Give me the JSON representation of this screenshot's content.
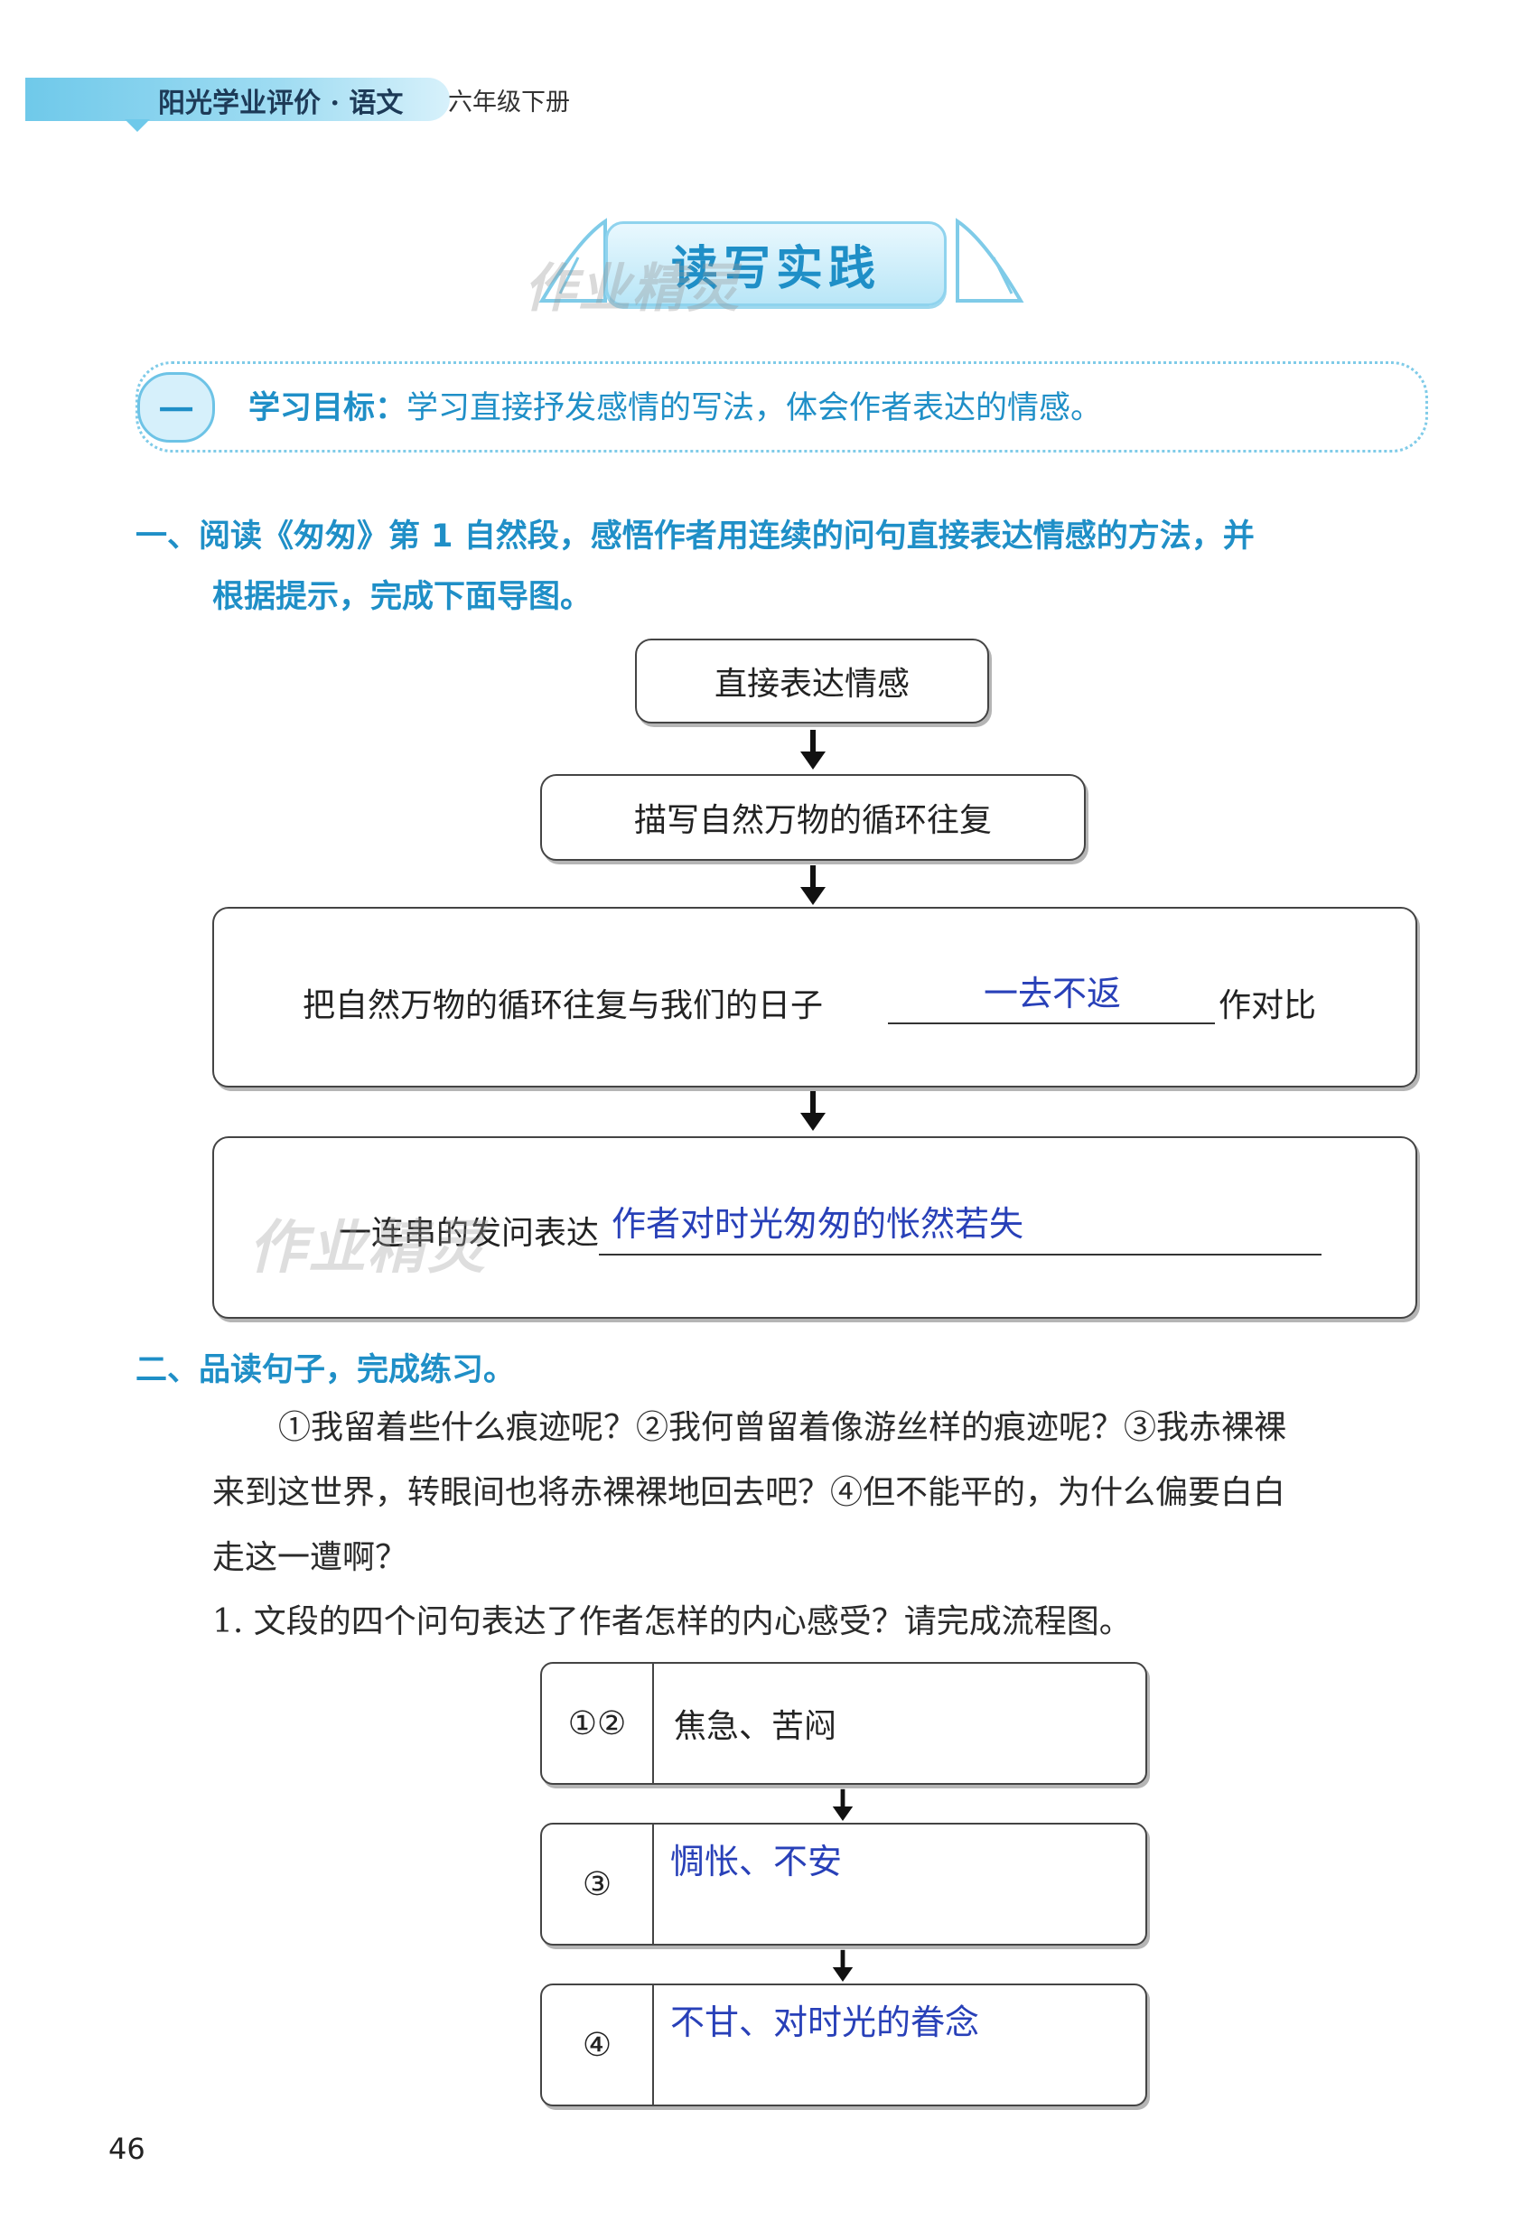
{
  "header": {
    "book_title": "阳光学业评价 · 语文",
    "grade": "六年级下册"
  },
  "banner": {
    "title": "读写实践",
    "watermark": "作业精灵"
  },
  "goal": {
    "number": "一",
    "label": "学习目标：",
    "text": "学习直接抒发感情的写法，体会作者表达的情感。"
  },
  "question1": {
    "heading_line1": "一、阅读《匆匆》第 1 自然段，感悟作者用连续的问句直接表达情感的方法，并",
    "heading_line2": "根据提示，完成下面导图。",
    "flow": {
      "box1": "直接表达情感",
      "box2": "描写自然万物的循环往复",
      "box3_prefix": "把自然万物的循环往复与我们的日子",
      "box3_answer": "一去不返",
      "box3_suffix": "作对比",
      "box4_prefix": "一连串的发问表达",
      "box4_answer": "作者对时光匆匆的怅然若失"
    },
    "watermark": "作业精灵"
  },
  "question2": {
    "heading": "二、品读句子，完成练习。",
    "passage_line1": "①我留着些什么痕迹呢？②我何曾留着像游丝样的痕迹呢？③我赤裸裸",
    "passage_line2": "来到这世界，转眼间也将赤裸裸地回去吧？④但不能平的，为什么偏要白白",
    "passage_line3": "走这一遭啊？",
    "sub1": "1. 文段的四个问句表达了作者怎样的内心感受？请完成流程图。",
    "rows": [
      {
        "label": "①②",
        "value": "焦急、苦闷"
      },
      {
        "label": "③",
        "value": "惆怅、不安"
      },
      {
        "label": "④",
        "value": "不甘、对时光的眷念"
      }
    ]
  },
  "page_number": "46",
  "colors": {
    "accent_blue": "#1f8fc7",
    "answer_blue": "#2840b8",
    "ribbon_blue": "#6fc9ea"
  }
}
